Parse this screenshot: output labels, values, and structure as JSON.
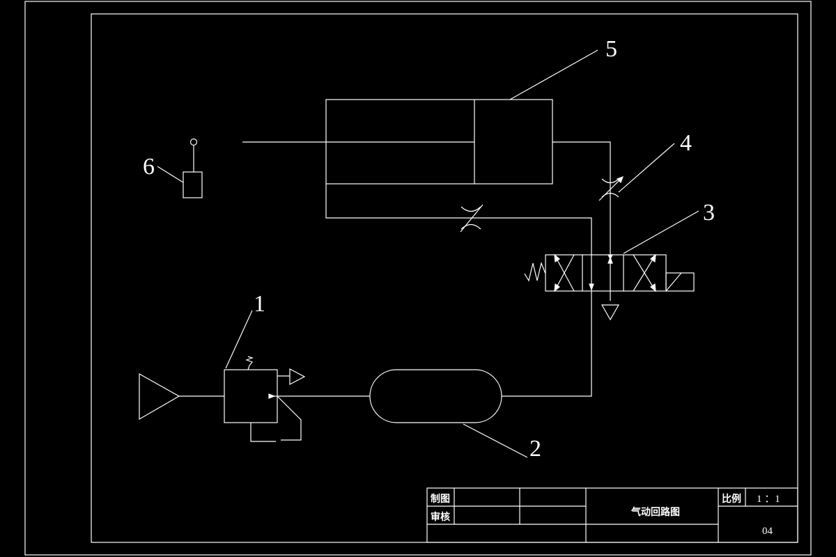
{
  "callouts": {
    "c1": "1",
    "c2": "2",
    "c3": "3",
    "c4": "4",
    "c5": "5",
    "c6": "6"
  },
  "title_block": {
    "drawn_label": "制图",
    "checked_label": "审核",
    "drawing_title": "气动回路图",
    "scale_label": "比例",
    "scale_value": "1 ：1",
    "drawing_number": "04"
  }
}
